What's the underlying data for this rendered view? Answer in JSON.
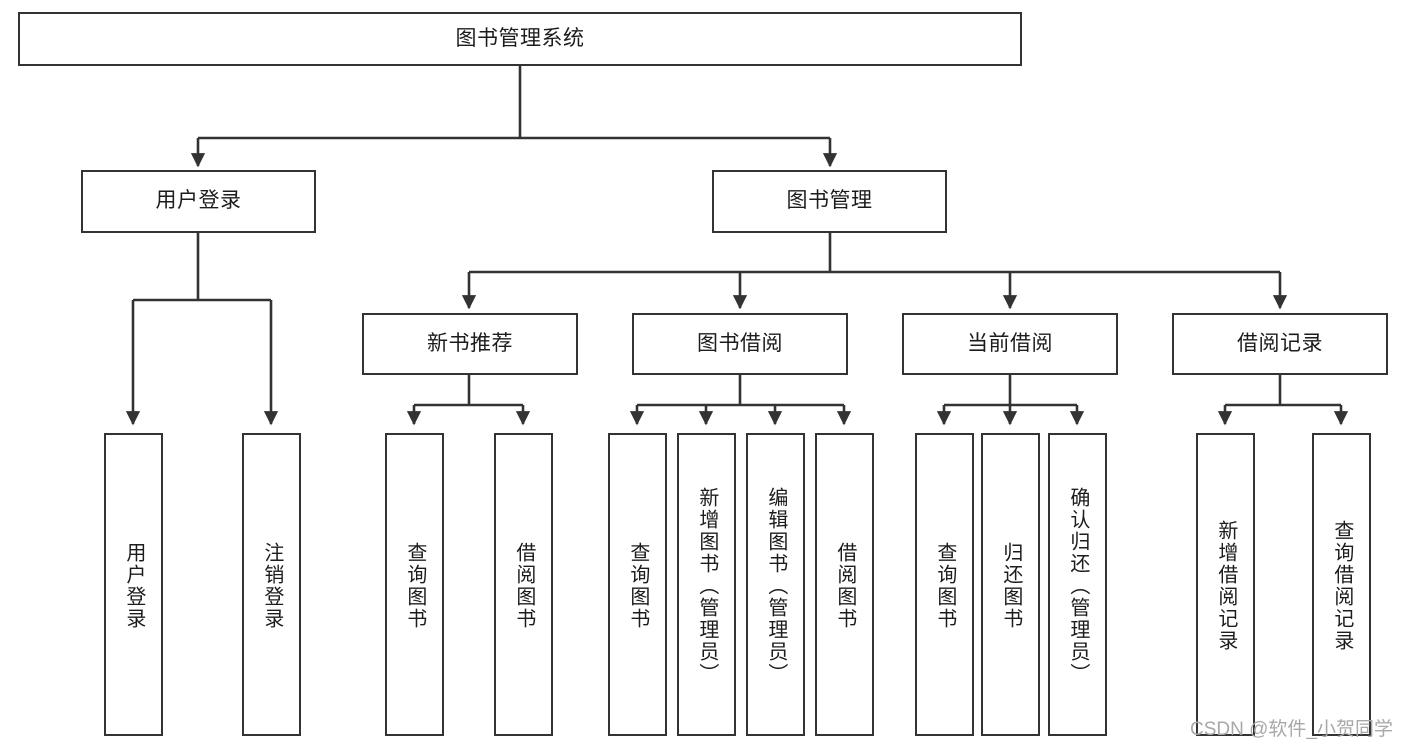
{
  "diagram": {
    "title": "图书管理系统",
    "watermark": "CSDN @软件_小贺同学",
    "stroke_color": "#333333",
    "fill_color": "#ffffff",
    "text_color": "#1c1c1c",
    "watermark_color": "#a8a8a8"
  },
  "nodes": {
    "root": {
      "label": "图书管理系统"
    },
    "level2": [
      {
        "label": "用户登录"
      },
      {
        "label": "图书管理"
      }
    ],
    "level3": [
      {
        "label": "新书推荐"
      },
      {
        "label": "图书借阅"
      },
      {
        "label": "当前借阅"
      },
      {
        "label": "借阅记录"
      }
    ],
    "leaves_login": [
      {
        "label": "用户登录"
      },
      {
        "label": "注销登录"
      }
    ],
    "leaves_newbook": [
      {
        "label": "查询图书"
      },
      {
        "label": "借阅图书"
      }
    ],
    "leaves_borrow": [
      {
        "label": "查询图书"
      },
      {
        "label": "新增图书（管理员）"
      },
      {
        "label": "编辑图书（管理员）"
      },
      {
        "label": "借阅图书"
      }
    ],
    "leaves_current": [
      {
        "label": "查询图书"
      },
      {
        "label": "归还图书"
      },
      {
        "label": "确认归还（管理员）"
      }
    ],
    "leaves_records": [
      {
        "label": "新增借阅记录"
      },
      {
        "label": "查询借阅记录"
      }
    ]
  }
}
